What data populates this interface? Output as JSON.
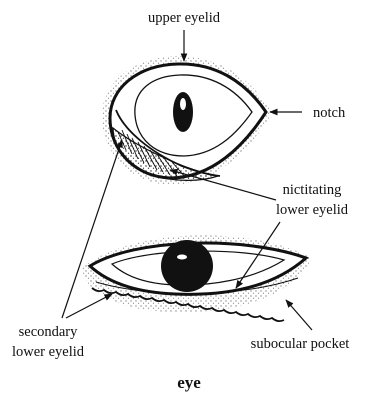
{
  "figure": {
    "title": "eye",
    "labels": {
      "upper_eyelid": "upper eyelid",
      "notch": "notch",
      "nictitating_1": "nictitating",
      "nictitating_2": "lower eyelid",
      "secondary_1": "secondary",
      "secondary_2": "lower eyelid",
      "subocular": "subocular pocket"
    }
  }
}
